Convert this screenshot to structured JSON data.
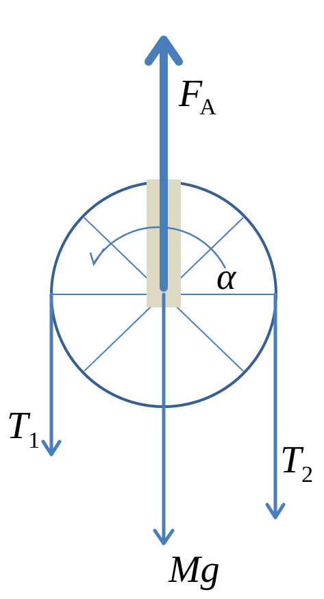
{
  "labels": {
    "lift_force": {
      "main": "F",
      "sub": "A"
    },
    "angle": "α",
    "left_tension": {
      "main": "T",
      "sub": "1"
    },
    "right_tension": {
      "main": "T",
      "sub": "2"
    },
    "weight": "Mg"
  },
  "colors": {
    "arrow": "#4a7ebb",
    "wheel_outline": "#365f91",
    "spoke": "#4a7ebb",
    "axle_block": "#ddd9c3",
    "text": "#000000"
  }
}
